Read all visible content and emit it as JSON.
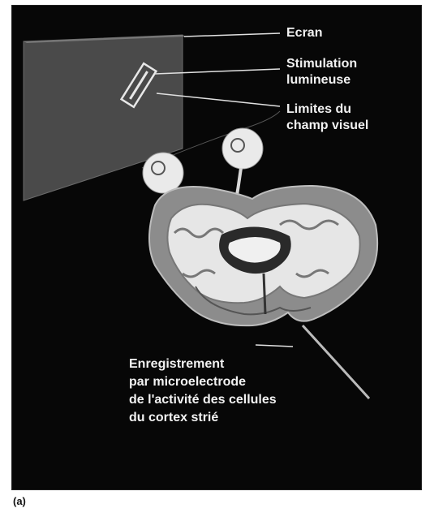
{
  "labels": {
    "screen": "Ecran",
    "stimulus_1": "Stimulation",
    "stimulus_2": "lumineuse",
    "field_1": "Limites du",
    "field_2": "champ visuel",
    "record_1": "Enregistrement",
    "record_2": "par microelectrode",
    "record_3": "de l'activité des cellules",
    "record_4": "du cortex strié"
  },
  "panel_label": "(a)",
  "colors": {
    "background": "#070707",
    "screen": "#4a4a4a",
    "white_matter": "#e6e6e6",
    "gray_matter": "#8c8c8c"
  }
}
